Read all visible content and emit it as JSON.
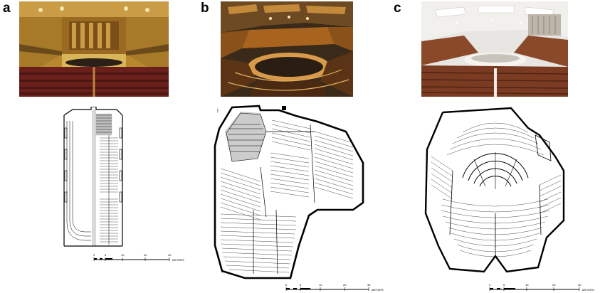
{
  "panels": [
    {
      "id": "a",
      "label": "a",
      "scale_ticks": [
        "0",
        "5",
        "10",
        "20",
        "30"
      ],
      "scale_unit": "METERS"
    },
    {
      "id": "b",
      "label": "b",
      "scale_ticks": [
        "0",
        "5",
        "10",
        "20",
        "30"
      ],
      "scale_unit": "METERS"
    },
    {
      "id": "c",
      "label": "c",
      "scale_ticks": [
        "0",
        "5",
        "10",
        "20",
        "30"
      ],
      "scale_unit": "METERS"
    }
  ],
  "colors": {
    "hall_a_wall": "#b8872e",
    "hall_a_seats": "#6b1f1a",
    "hall_b_wood": "#a8641e",
    "hall_b_dark": "#3a2a1a",
    "hall_c_white": "#e8e6e2",
    "hall_c_seats": "#7a3b22",
    "line": "#000000"
  }
}
